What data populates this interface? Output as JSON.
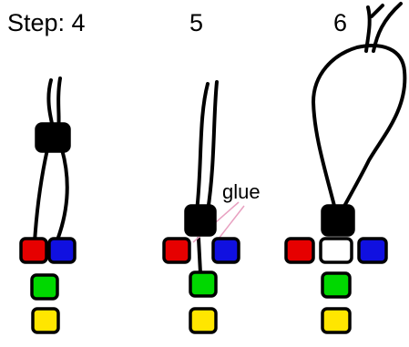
{
  "steps": {
    "step_4": {
      "label": "Step: 4"
    },
    "step_5": {
      "label": "5"
    },
    "step_6": {
      "label": "6"
    }
  },
  "annotation": {
    "glue_label": "glue",
    "glue_color": "#e8a0c0"
  },
  "colors": {
    "red": "#e60000",
    "blue": "#1010e0",
    "green": "#00d800",
    "yellow": "#ffe600",
    "black": "#000000",
    "white": "#ffffff"
  }
}
